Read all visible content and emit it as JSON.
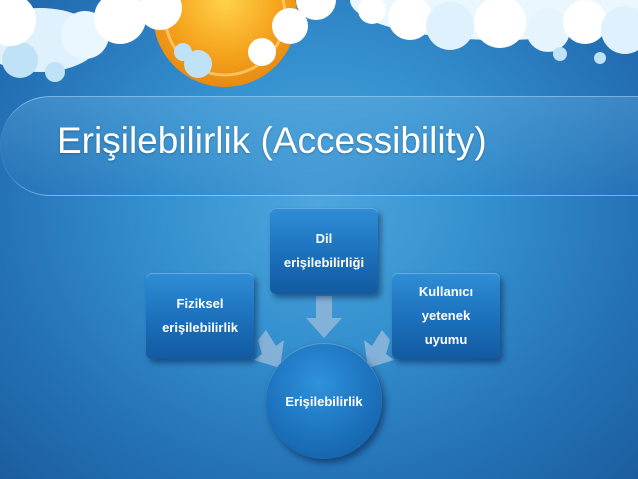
{
  "slide": {
    "title": "Erişilebilirlik (Accessibility)"
  },
  "diagram": {
    "center": {
      "label": "Erişilebilirlik"
    },
    "nodes": [
      {
        "id": "dil",
        "lines": [
          "Dil",
          "erişilebilirliği"
        ]
      },
      {
        "id": "fiziksel",
        "lines": [
          "Fiziksel",
          "erişilebilirlik"
        ]
      },
      {
        "id": "kullanici",
        "lines": [
          "Kullanıcı",
          "yetenek",
          "uyumu"
        ]
      }
    ]
  },
  "colors": {
    "background": "#2a7fc4",
    "node_fill": "#1a6db8",
    "arrow": "#8fb8dc",
    "sun": "#f4a21c",
    "cloud": "#ffffff"
  }
}
